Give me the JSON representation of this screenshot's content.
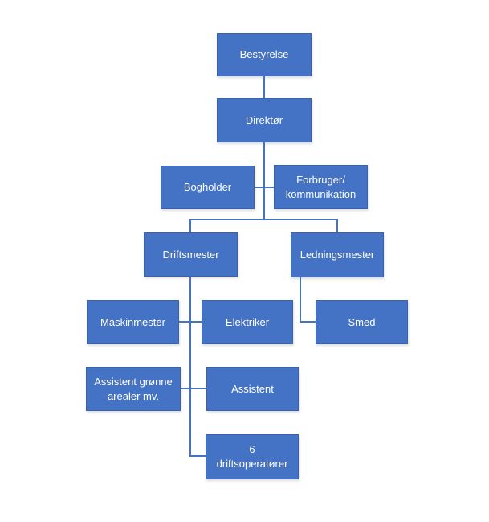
{
  "diagram": {
    "type": "org-chart",
    "colors": {
      "node_fill": "#4472C4",
      "node_border": "#3B61AD",
      "connector": "#4472C4",
      "node_text": "#FFFFFF",
      "background": "#FFFFFF"
    },
    "nodes": {
      "bestyrelse": {
        "label": "Bestyrelse"
      },
      "direktor": {
        "label": "Direktør"
      },
      "bogholder": {
        "label": "Bogholder"
      },
      "forbruger": {
        "label": "Forbruger/\nkommunikation"
      },
      "driftsmester": {
        "label": "Driftsmester"
      },
      "ledningsmester": {
        "label": "Ledningsmester"
      },
      "maskinmester": {
        "label": "Maskinmester"
      },
      "elektriker": {
        "label": "Elektriker"
      },
      "smed": {
        "label": "Smed"
      },
      "assistent_gronne": {
        "label": "Assistent grønne\narealer mv."
      },
      "assistent": {
        "label": "Assistent"
      },
      "driftsoperatorer": {
        "label": "6\ndriftsoperatører"
      }
    },
    "hierarchy": [
      {
        "parent": "Bestyrelse",
        "child": "Direktør"
      },
      {
        "parent": "Direktør",
        "child": "Bogholder"
      },
      {
        "parent": "Direktør",
        "child": "Forbruger/kommunikation"
      },
      {
        "parent": "Direktør",
        "child": "Driftsmester"
      },
      {
        "parent": "Direktør",
        "child": "Ledningsmester"
      },
      {
        "parent": "Driftsmester",
        "child": "Maskinmester"
      },
      {
        "parent": "Driftsmester",
        "child": "Elektriker"
      },
      {
        "parent": "Driftsmester",
        "child": "Assistent grønne arealer mv."
      },
      {
        "parent": "Driftsmester",
        "child": "Assistent"
      },
      {
        "parent": "Driftsmester",
        "child": "6 driftsoperatører"
      },
      {
        "parent": "Ledningsmester",
        "child": "Smed"
      }
    ]
  }
}
